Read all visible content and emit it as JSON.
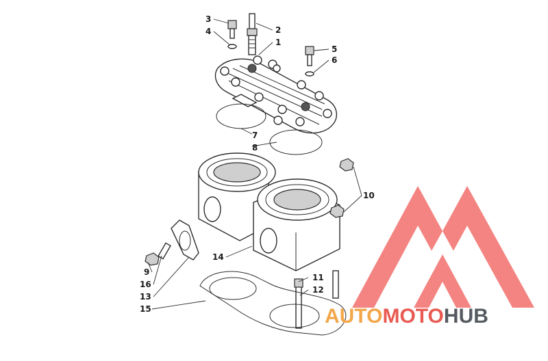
{
  "callouts": {
    "c1": "1",
    "c2": "2",
    "c3": "3",
    "c4": "4",
    "c5": "5",
    "c6": "6",
    "c7": "7",
    "c8": "8",
    "c9": "9",
    "c10": "10",
    "c11": "11",
    "c12": "12",
    "c13": "13",
    "c14": "14",
    "c15": "15",
    "c16": "16"
  },
  "watermark": {
    "part1": "AUTO",
    "part2": "MOTO",
    "part3": "HUB",
    "colors": {
      "auto": "#f3a64a",
      "moto": "#e85a52",
      "hub": "#555a60",
      "logo": "#f05b57"
    }
  }
}
